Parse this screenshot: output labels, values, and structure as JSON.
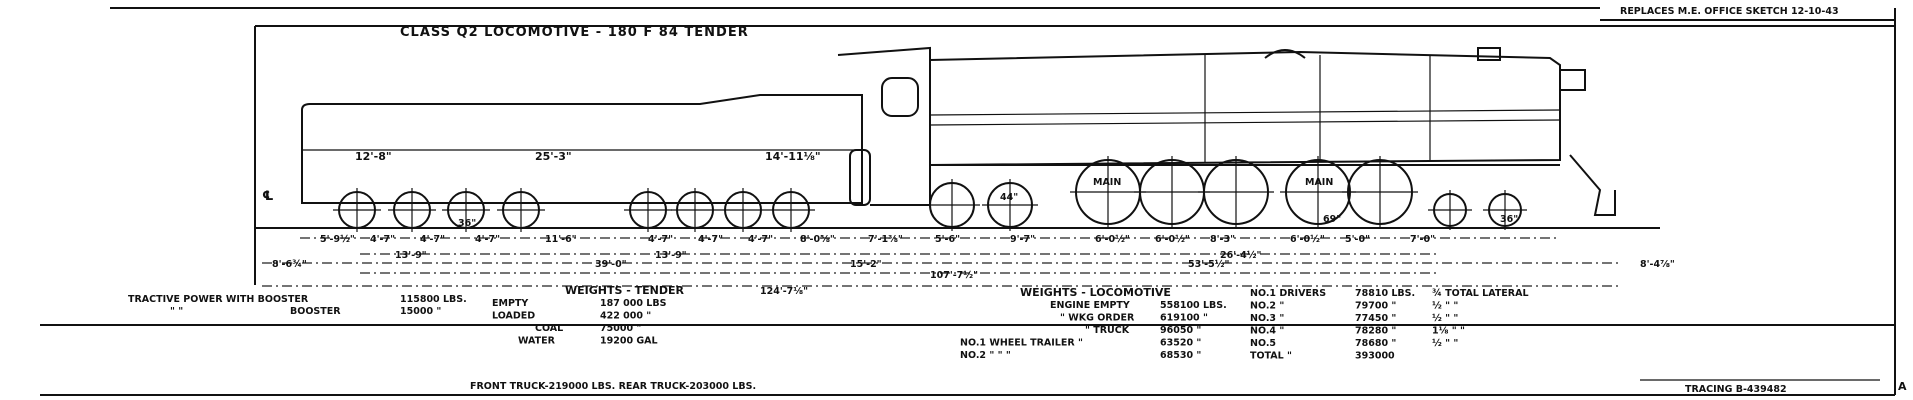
{
  "title": "CLASS Q2 LOCOMOTIVE - 180 F 84 TENDER",
  "replaces": "REPLACES M.E. OFFICE SKETCH 12-10-43",
  "tracing": "TRACING B-439482",
  "revision": "A",
  "diagram": {
    "centerline_symbol": "℄",
    "wheel_labels": {
      "tender_wheel": "36\"",
      "trailer": "44\"",
      "driver_main": "MAIN",
      "driver_dia": "69\"",
      "lead": "36\""
    },
    "tender_dims": [
      "12'-8\"",
      "25'-3\"",
      "14'-11⅛\""
    ],
    "row1": [
      "5'-9½\"",
      "4'-7\"",
      "4'-7\"",
      "4'-7\"",
      "11'-6\"",
      "4'-7\"",
      "4'-7\"",
      "4'-7\"",
      "8'-0⅝\"",
      "7'-1⅜\"",
      "5'-6\"",
      "9'-7\"",
      "6'-0½\"",
      "6'-0½\"",
      "8'-3\"",
      "6'-0½\"",
      "5'-0\"",
      "7'-0\""
    ],
    "row2": [
      "13'-9\"",
      "13'-9\"",
      "26'-4½\""
    ],
    "row3": [
      "8'-6¾\"",
      "39'-0\"",
      "15'-2\"",
      "53'-5½\"",
      "8'-4⅞\""
    ],
    "row4": [
      "107'-7½\""
    ],
    "row5": [
      "124'-7⅛\""
    ]
  },
  "tractive": {
    "line1_label": "TRACTIVE POWER WITH BOOSTER",
    "line1_value": "115800 LBS.",
    "line2_ditto": "\"      \"",
    "line2_label": "BOOSTER",
    "line2_value": "15000 \""
  },
  "tender_weights": {
    "heading": "WEIGHTS - TENDER",
    "rows": [
      {
        "label": "EMPTY",
        "value": "187 000 LBS"
      },
      {
        "label": "LOADED",
        "value": "422 000  \""
      },
      {
        "label": "COAL",
        "value": "75000  \""
      },
      {
        "label": "WATER",
        "value": "19200 GAL"
      }
    ],
    "trucks": "FRONT TRUCK-219000 LBS. REAR TRUCK-203000 LBS."
  },
  "loco_weights": {
    "heading": "WEIGHTS - LOCOMOTIVE",
    "rows": [
      {
        "label": "ENGINE EMPTY",
        "value": "558100 LBS."
      },
      {
        "label": "\"  WKG ORDER",
        "value": "619100  \""
      },
      {
        "label": "\"  TRUCK",
        "value": "96050  \""
      },
      {
        "label": "NO.1 WHEEL TRAILER \"",
        "value": "63520  \""
      },
      {
        "label": "NO.2   \"     \"     \"",
        "value": "68530  \""
      }
    ]
  },
  "drivers": {
    "rows": [
      {
        "label": "NO.1 DRIVERS",
        "value": "78810 LBS.",
        "lateral": "¾ TOTAL LATERAL"
      },
      {
        "label": "NO.2   \"",
        "value": "79700 \"",
        "lateral": "½   \"    \""
      },
      {
        "label": "NO.3   \"",
        "value": "77450 \"",
        "lateral": "½   \"    \""
      },
      {
        "label": "NO.4   \"",
        "value": "78280 \"",
        "lateral": "1⅛   \"    \""
      },
      {
        "label": "NO.5",
        "value": "78680 \"",
        "lateral": "½   \"    \""
      },
      {
        "label": "TOTAL  \"",
        "value": "393000",
        "lateral": ""
      }
    ]
  }
}
